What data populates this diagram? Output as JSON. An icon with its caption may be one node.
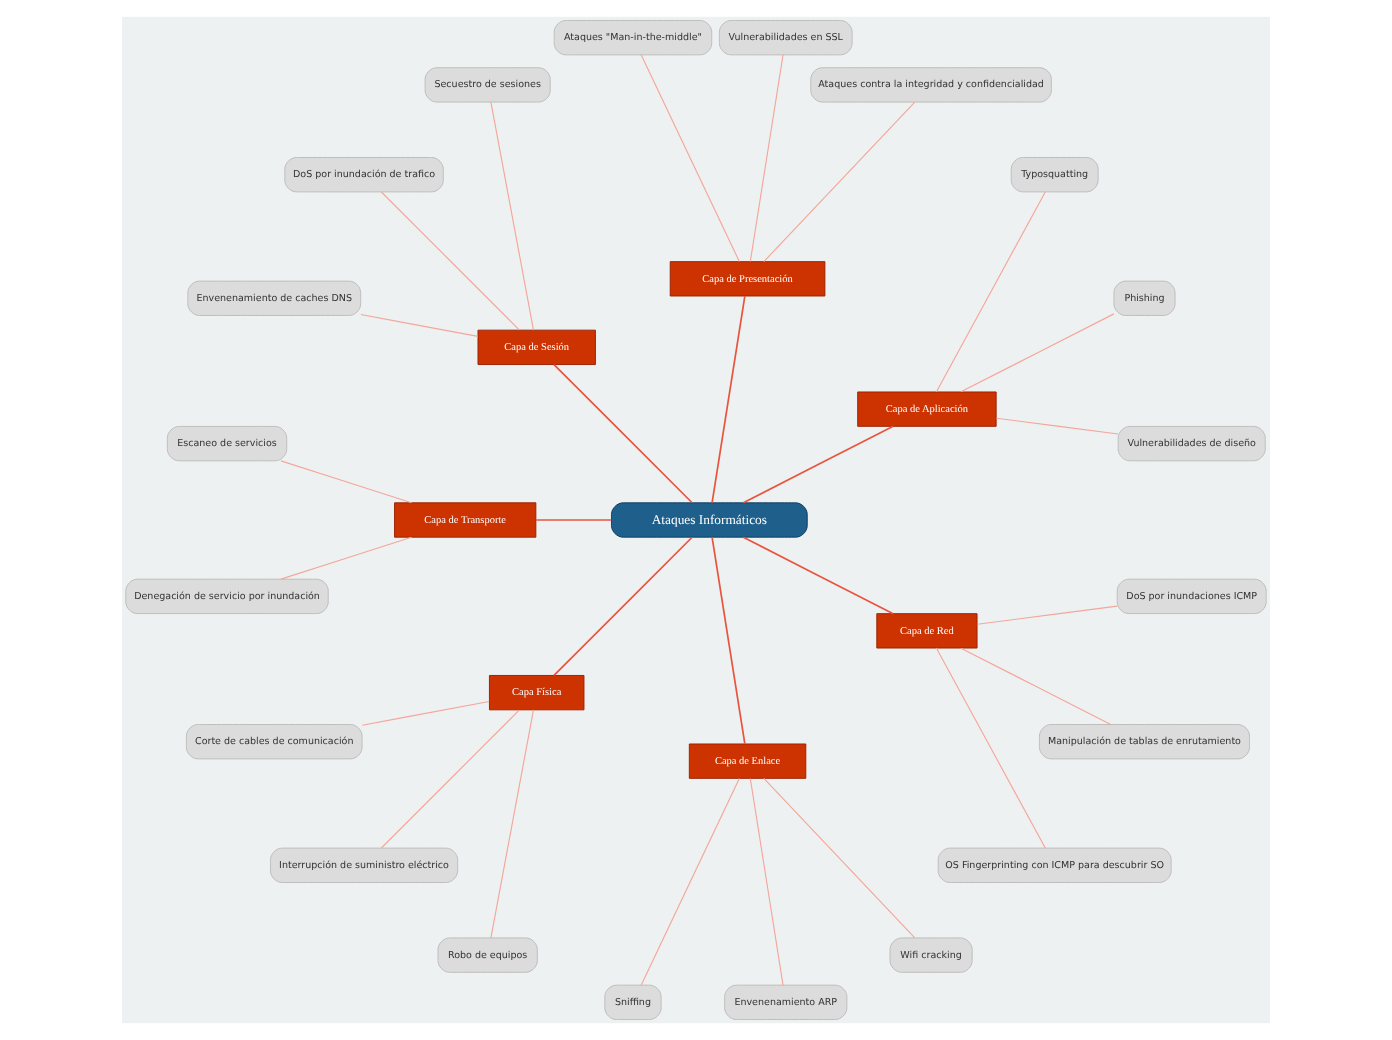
{
  "diagram": {
    "nodes": [
      {
        "text": [
          "Ataques Informáticos"
        ]
      },
      {
        "text": [
          "Capa de Aplicación"
        ]
      },
      {
        "text": [
          "Vulnerabilidades de diseño"
        ]
      },
      {
        "text": [
          "Phishing"
        ]
      },
      {
        "text": [
          "Typosquatting"
        ]
      },
      {
        "text": [
          "Capa de Presentación"
        ]
      },
      {
        "text": [
          "Ataques contra la integridad y confidencialidad"
        ]
      },
      {
        "text": [
          "Vulnerabilidades en SSL"
        ]
      },
      {
        "text": [
          "Ataques \"Man-in-the-middle\""
        ]
      },
      {
        "text": [
          "Capa de Sesión"
        ]
      },
      {
        "text": [
          "Secuestro de sesiones"
        ]
      },
      {
        "text": [
          "DoS por inundación de trafico"
        ]
      },
      {
        "text": [
          "Envenenamiento de caches DNS"
        ]
      },
      {
        "text": [
          "Capa de Transporte"
        ]
      },
      {
        "text": [
          "Escaneo de servicios"
        ]
      },
      {
        "text": [
          "Denegación de servicio por inundación"
        ]
      },
      {
        "text": [
          "Capa Física"
        ]
      },
      {
        "text": [
          "Corte de cables de comunicación"
        ]
      },
      {
        "text": [
          "Interrupción de suministro eléctrico"
        ]
      },
      {
        "text": [
          "Robo de equipos"
        ]
      },
      {
        "text": [
          "Capa de Enlace"
        ]
      },
      {
        "text": [
          "Sniffing"
        ]
      },
      {
        "text": [
          "Envenenamiento ARP"
        ]
      },
      {
        "text": [
          "Wifi cracking"
        ]
      },
      {
        "text": [
          "Capa de Red"
        ]
      },
      {
        "text": [
          "OS Fingerprinting con ICMP para descubrir SO"
        ]
      },
      {
        "text": [
          "Manipulación de tablas de enrutamiento"
        ]
      },
      {
        "text": [
          "DoS por inundaciones ICMP"
        ]
      }
    ],
    "edges": [
      {
        "from": 0,
        "to": 1,
        "arrow": "none",
        "color": "#e8553f"
      },
      {
        "from": 1,
        "to": 2,
        "arrow": "none"
      },
      {
        "from": 1,
        "to": 3,
        "arrow": "none"
      },
      {
        "from": 1,
        "to": 4,
        "arrow": "none"
      },
      {
        "from": 0,
        "to": 5,
        "arrow": "none",
        "color": "#e8553f"
      },
      {
        "from": 5,
        "to": 6,
        "arrow": "none"
      },
      {
        "from": 5,
        "to": 7,
        "arrow": "none"
      },
      {
        "from": 5,
        "to": 8,
        "arrow": "none"
      },
      {
        "from": 0,
        "to": 9,
        "arrow": "none",
        "color": "#e8553f"
      },
      {
        "from": 9,
        "to": 10,
        "arrow": "none"
      },
      {
        "from": 9,
        "to": 11,
        "arrow": "none"
      },
      {
        "from": 9,
        "to": 12,
        "arrow": "none"
      },
      {
        "from": 0,
        "to": 13,
        "arrow": "none",
        "color": "#e8553f"
      },
      {
        "from": 13,
        "to": 14,
        "arrow": "none"
      },
      {
        "from": 13,
        "to": 15,
        "arrow": "none"
      },
      {
        "from": 0,
        "to": 16,
        "arrow": "none",
        "color": "#e8553f"
      },
      {
        "from": 16,
        "to": 17,
        "arrow": "none"
      },
      {
        "from": 16,
        "to": 18,
        "arrow": "none"
      },
      {
        "from": 16,
        "to": 19,
        "arrow": "none"
      },
      {
        "from": 0,
        "to": 20,
        "arrow": "none",
        "color": "#e8553f"
      },
      {
        "from": 20,
        "to": 21,
        "arrow": "none"
      },
      {
        "from": 20,
        "to": 22,
        "arrow": "none"
      },
      {
        "from": 20,
        "to": 23,
        "arrow": "none"
      },
      {
        "from": 0,
        "to": 24,
        "arrow": "none",
        "color": "#e8553f"
      },
      {
        "from": 24,
        "to": 25,
        "arrow": "none"
      },
      {
        "from": 24,
        "to": 26,
        "arrow": "none"
      },
      {
        "from": 24,
        "to": 27,
        "arrow": "none"
      }
    ]
  }
}
